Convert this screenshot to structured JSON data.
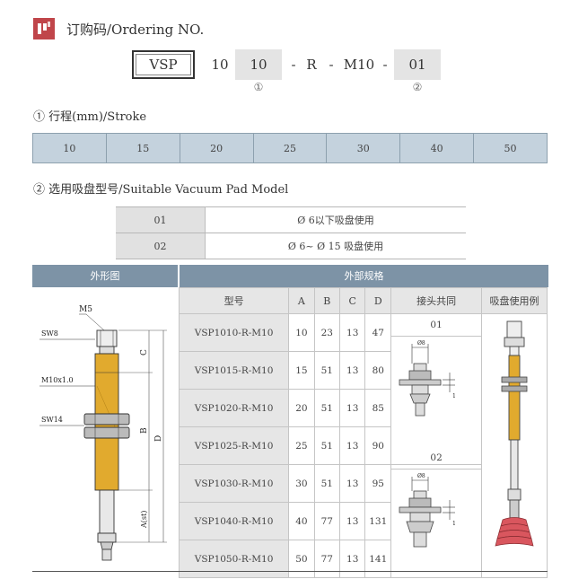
{
  "header": {
    "title": "订购码/Ordering NO."
  },
  "order_code": {
    "prefix": "VSP",
    "code1": "10",
    "code2": "10",
    "dash1": "-",
    "code3": "R",
    "dash2": "-",
    "code4": "M10",
    "dash3": "-",
    "code5": "01",
    "marker1": "①",
    "marker2": "②"
  },
  "stroke": {
    "title": "① 行程(mm)/Stroke",
    "values": [
      "10",
      "15",
      "20",
      "25",
      "30",
      "40",
      "50"
    ]
  },
  "pad_model": {
    "title": "② 选用吸盘型号/Suitable Vacuum Pad Model",
    "rows": [
      {
        "code": "01",
        "desc": "Ø 6以下吸盘使用"
      },
      {
        "code": "02",
        "desc": "Ø 6~ Ø 15 吸盘使用"
      }
    ]
  },
  "main_table": {
    "header_left": "外形图",
    "header_right": "外部规格",
    "columns": [
      "型号",
      "A",
      "B",
      "C",
      "D",
      "接头共同",
      "吸盘使用例"
    ],
    "rows": [
      {
        "model": "VSP1010-R-M10",
        "A": "10",
        "B": "23",
        "C": "13",
        "D": "47"
      },
      {
        "model": "VSP1015-R-M10",
        "A": "15",
        "B": "51",
        "C": "13",
        "D": "80"
      },
      {
        "model": "VSP1020-R-M10",
        "A": "20",
        "B": "51",
        "C": "13",
        "D": "85"
      },
      {
        "model": "VSP1025-R-M10",
        "A": "25",
        "B": "51",
        "C": "13",
        "D": "90"
      },
      {
        "model": "VSP1030-R-M10",
        "A": "30",
        "B": "51",
        "C": "13",
        "D": "95"
      },
      {
        "model": "VSP1040-R-M10",
        "A": "40",
        "B": "77",
        "C": "13",
        "D": "131"
      },
      {
        "model": "VSP1050-R-M10",
        "A": "50",
        "B": "77",
        "C": "13",
        "D": "141"
      }
    ],
    "joint_labels": [
      "01",
      "02"
    ],
    "joint_dim": "Ø8",
    "joint_dim_side": "1"
  },
  "drawing": {
    "labels": [
      "M5",
      "SW8",
      "M10x1.0",
      "SW14",
      "C",
      "B",
      "D",
      "A(st)"
    ]
  },
  "colors": {
    "rod": "#e1aa2e",
    "header": "#7d93a6",
    "stroke_cell": "#c4d2dd",
    "icon": "#c0454a",
    "pad": "#d9565e"
  }
}
